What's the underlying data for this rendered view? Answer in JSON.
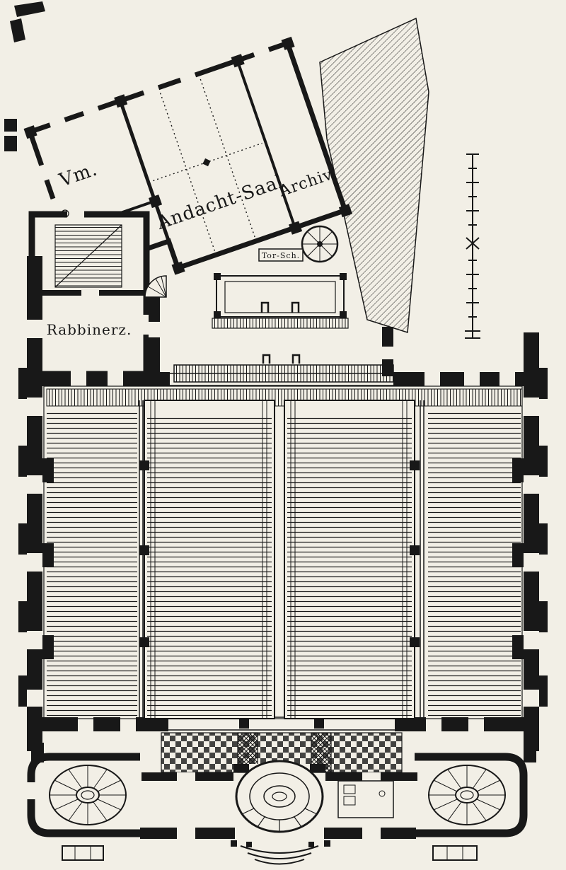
{
  "colors": {
    "paper": "#f2efe6",
    "ink": "#181818"
  },
  "labels": {
    "vm": "Vm.",
    "andacht_saal": "Andacht-Saal",
    "archiv": "Archiv.",
    "tor_sch": "Tor-Sch.",
    "rabbinerz": "Rabbinerz."
  }
}
